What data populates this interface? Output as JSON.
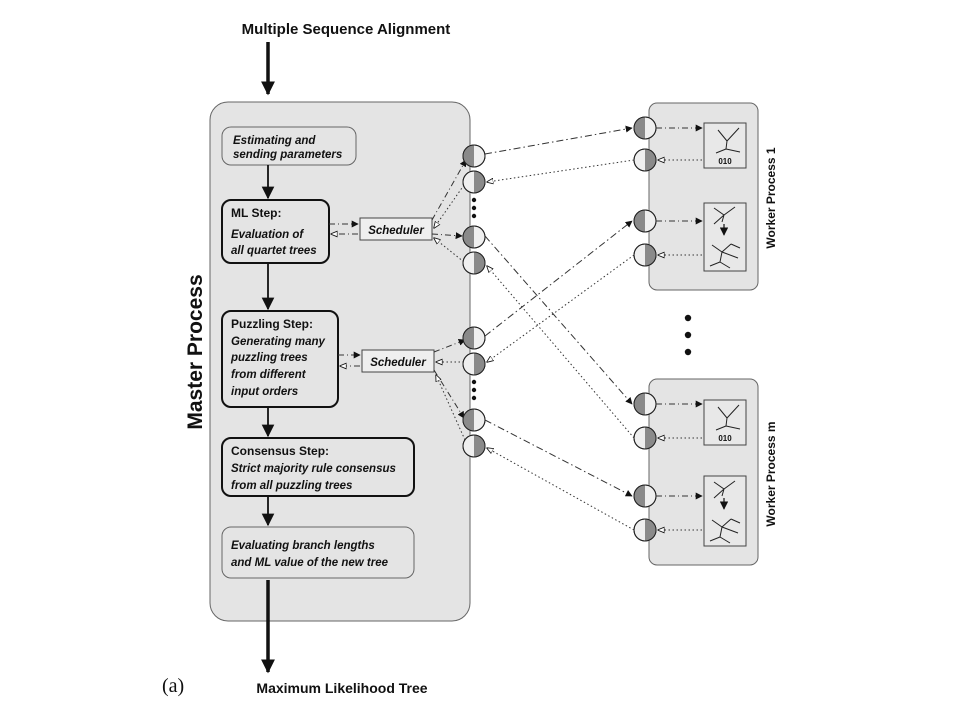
{
  "input_label": "Multiple Sequence Alignment",
  "output_label": "Maximum Likelihood Tree",
  "panel_label": "(a)",
  "master": {
    "title": "Master Process",
    "steps": {
      "estimate": [
        "Estimating and",
        "sending parameters"
      ],
      "ml": {
        "title": "ML Step:",
        "lines": [
          "Evaluation of",
          "all quartet trees"
        ]
      },
      "puzzling": {
        "title": "Puzzling Step:",
        "lines": [
          "Generating many",
          "puzzling trees",
          "from different",
          "input orders"
        ]
      },
      "consensus": {
        "title": "Consensus Step:",
        "lines": [
          "Strict majority rule consensus",
          "from all puzzling trees"
        ]
      },
      "evaluate": [
        "Evaluating branch lengths",
        "and ML value of the new tree"
      ]
    },
    "scheduler_label": "Scheduler"
  },
  "workers": [
    {
      "title": "Worker Process 1",
      "code": "010"
    },
    {
      "title": "Worker Process m",
      "code": "010"
    }
  ],
  "colors": {
    "panel_fill": "#e4e4e4",
    "box_fill": "#e4e4e4",
    "line": "#222222",
    "node_dark": "#8a8a8a"
  }
}
